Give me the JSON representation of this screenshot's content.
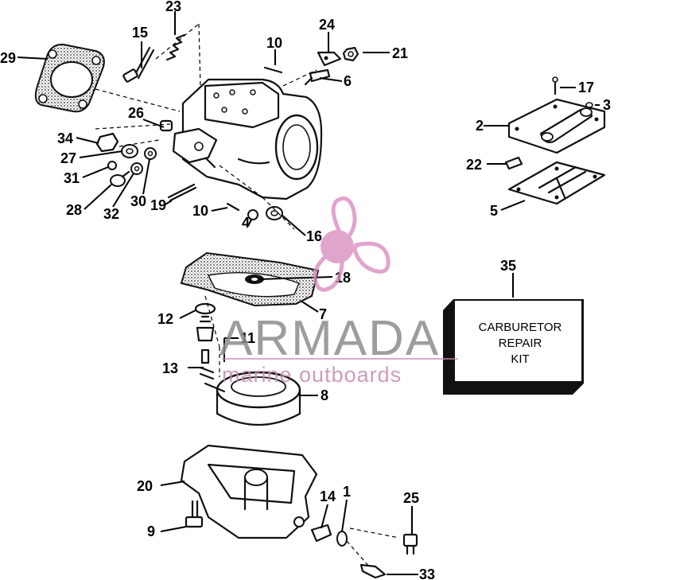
{
  "callouts": {
    "c1": "1",
    "c2": "2",
    "c3": "3",
    "c4": "4",
    "c5": "5",
    "c6": "6",
    "c7": "7",
    "c8": "8",
    "c9": "9",
    "c10a": "10",
    "c10b": "10",
    "c11": "11",
    "c12": "12",
    "c13": "13",
    "c14": "14",
    "c15": "15",
    "c16": "16",
    "c17": "17",
    "c18": "18",
    "c19": "19",
    "c20": "20",
    "c21": "21",
    "c22": "22",
    "c23": "23",
    "c24": "24",
    "c25": "25",
    "c26": "26",
    "c27": "27",
    "c28": "28",
    "c29": "29",
    "c30": "30",
    "c31": "31",
    "c32": "32",
    "c33": "33",
    "c34": "34",
    "c35": "35"
  },
  "kit_box": {
    "line1": "CARBURETOR",
    "line2": "REPAIR",
    "line3": "KIT"
  },
  "watermark": {
    "brand": "ARMADA",
    "tagline": "marine outboards",
    "color": "#d98bbf"
  }
}
